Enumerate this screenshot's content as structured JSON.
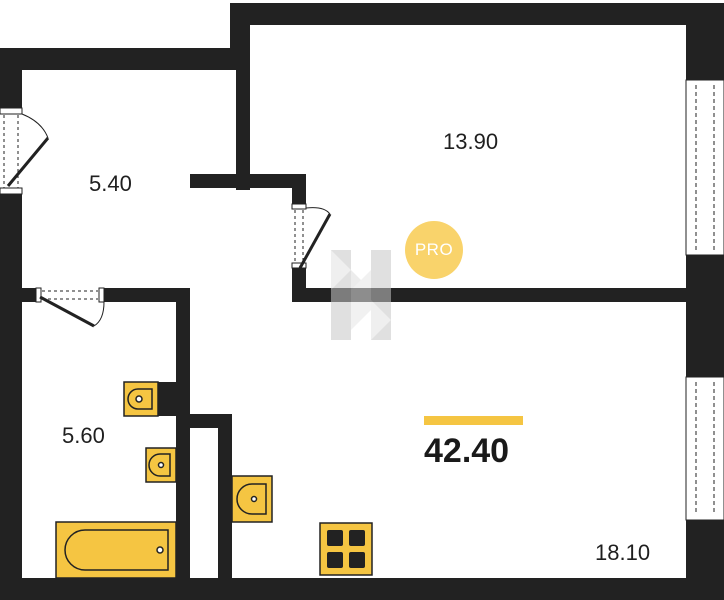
{
  "plan": {
    "rooms": [
      {
        "id": "hallway",
        "area": "5.40"
      },
      {
        "id": "bedroom",
        "area": "13.90"
      },
      {
        "id": "bathroom",
        "area": "5.60"
      },
      {
        "id": "kitchen-living",
        "area": "18.10"
      }
    ],
    "total_area": "42.40",
    "badge": "PRO"
  },
  "colors": {
    "wall": "#222222",
    "fixture": "#f5c542",
    "badge": "#f9d36b",
    "watermark": "#d4d4d4"
  }
}
